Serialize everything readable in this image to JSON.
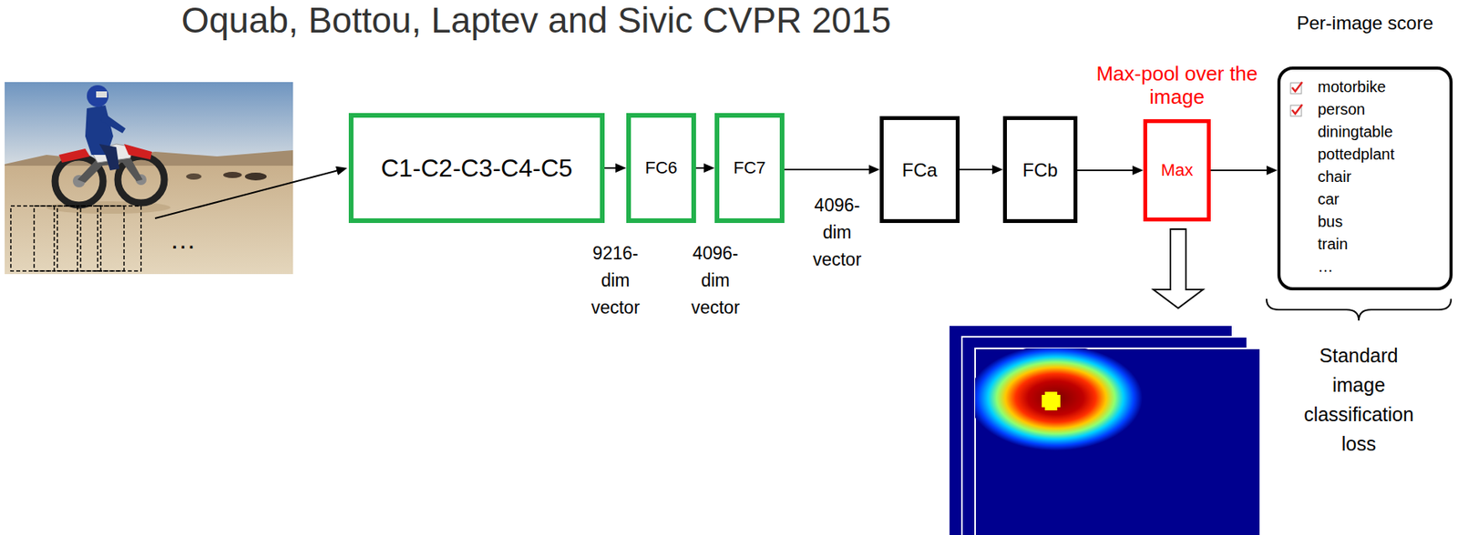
{
  "diagram": {
    "title": "Oquab, Bottou, Laptev and Sivic CVPR 2015",
    "nodes": [
      {
        "text": [
          "C1-C2-C3-C4-C5"
        ]
      },
      {
        "text": [
          "FC6"
        ]
      },
      {
        "text": [
          "FC7"
        ]
      },
      {
        "text": [
          "FCa"
        ]
      },
      {
        "text": [
          "FCb"
        ]
      },
      {
        "text": [
          "Max-pool over the image",
          "Max"
        ]
      },
      {
        "text": [
          "Per-image score",
          "motorbike",
          "person",
          "diningtable",
          "pottedplant",
          "chair",
          "car",
          "bus",
          "train",
          "…"
        ]
      }
    ],
    "edges": [
      {
        "from": 0,
        "to": 1,
        "arrow": "to"
      },
      {
        "from": 1,
        "to": 2,
        "arrow": "to"
      },
      {
        "from": 2,
        "to": 3,
        "arrow": "to"
      },
      {
        "from": 3,
        "to": 4,
        "arrow": "to"
      },
      {
        "from": 4,
        "to": 5,
        "arrow": "to"
      },
      {
        "from": 5,
        "to": 6,
        "arrow": "to"
      }
    ],
    "labels": [
      "…",
      "9216- dim vector",
      "4096- dim vector",
      "4096- dim vector",
      "Standard image classification loss"
    ]
  }
}
